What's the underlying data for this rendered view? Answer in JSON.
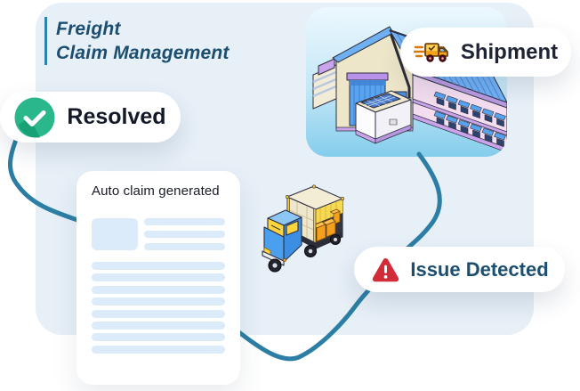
{
  "header": {
    "line1": "Freight",
    "line2": "Claim Management"
  },
  "badges": {
    "resolved": {
      "label": "Resolved",
      "icon": "check-circle-icon"
    },
    "shipment": {
      "label": "Shipment",
      "icon": "delivery-truck-icon"
    },
    "issue_detected": {
      "label": "Issue Detected",
      "icon": "warning-triangle-icon"
    }
  },
  "claim_card": {
    "title": "Auto claim generated",
    "header_placeholder_lines": 3,
    "body_placeholder_lines": 8
  },
  "illustrations": {
    "warehouse": "warehouse-illustration",
    "box_truck": "box-truck-illustration"
  },
  "colors": {
    "accent_connector": "#2d7ea4",
    "heading_text": "#1c4e70",
    "success_green": "#2bb78c",
    "success_green_dark": "#18a077",
    "alert_red": "#d22c38",
    "panel_background": "#e7eff7",
    "tile_gradient_top": "#edf8fe",
    "tile_gradient_bottom": "#84cdec",
    "skeleton_line": "#dcebfa"
  }
}
